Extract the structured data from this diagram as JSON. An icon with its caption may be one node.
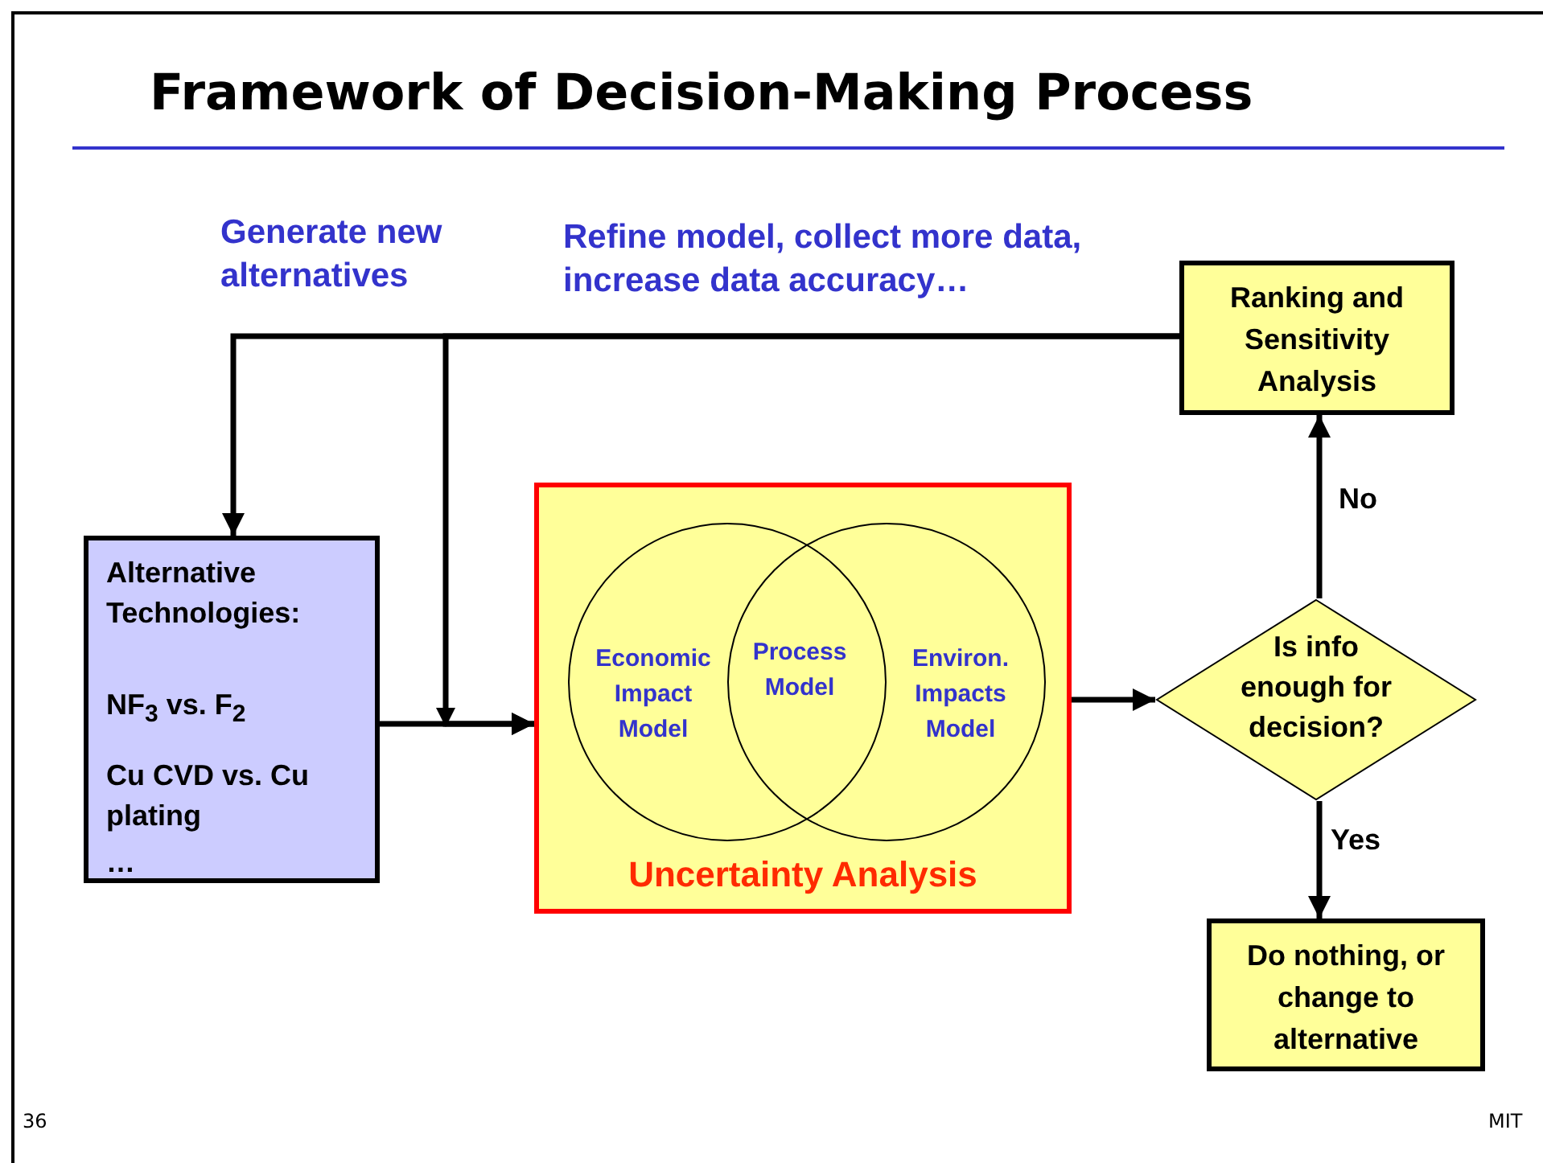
{
  "diagram": {
    "title": "Framework of Decision-Making Process",
    "nodes": [
      {
        "text": [
          "Alternative Technologies:",
          "NF$_{3}$ vs. F$_{2}$",
          "Cu CVD vs. Cu plating",
          "…"
        ]
      },
      {
        "text": [
          "Uncertainty Analysis"
        ]
      },
      {
        "text": [
          "Economic Impact Model"
        ],
        "in": 1
      },
      {
        "text": [
          "Environ. Impacts Model"
        ],
        "in": 1
      },
      {
        "text": [
          "Is info enough for decision?"
        ]
      },
      {
        "text": [
          "Ranking and Sensitivity Analysis"
        ]
      },
      {
        "text": [
          "Do nothing, or change to alternative"
        ]
      }
    ],
    "edges": [
      {
        "from": 0,
        "to": 1,
        "arrow": "to"
      },
      {
        "from": 1,
        "to": 4,
        "arrow": "to"
      },
      {
        "from": 4,
        "to": 5,
        "label": "No",
        "arrow": "to"
      },
      {
        "from": 4,
        "to": 6,
        "label": "Yes",
        "arrow": "to"
      },
      {
        "from": 5,
        "to": 0,
        "label": "Generate new alternatives",
        "arrow": "to"
      },
      {
        "from": 5,
        "to": 1,
        "label": "Refine model, collect more data, increase data accuracy…",
        "arrow": "to"
      }
    ],
    "labels": [
      "Process Model",
      "36",
      "MIT"
    ]
  }
}
